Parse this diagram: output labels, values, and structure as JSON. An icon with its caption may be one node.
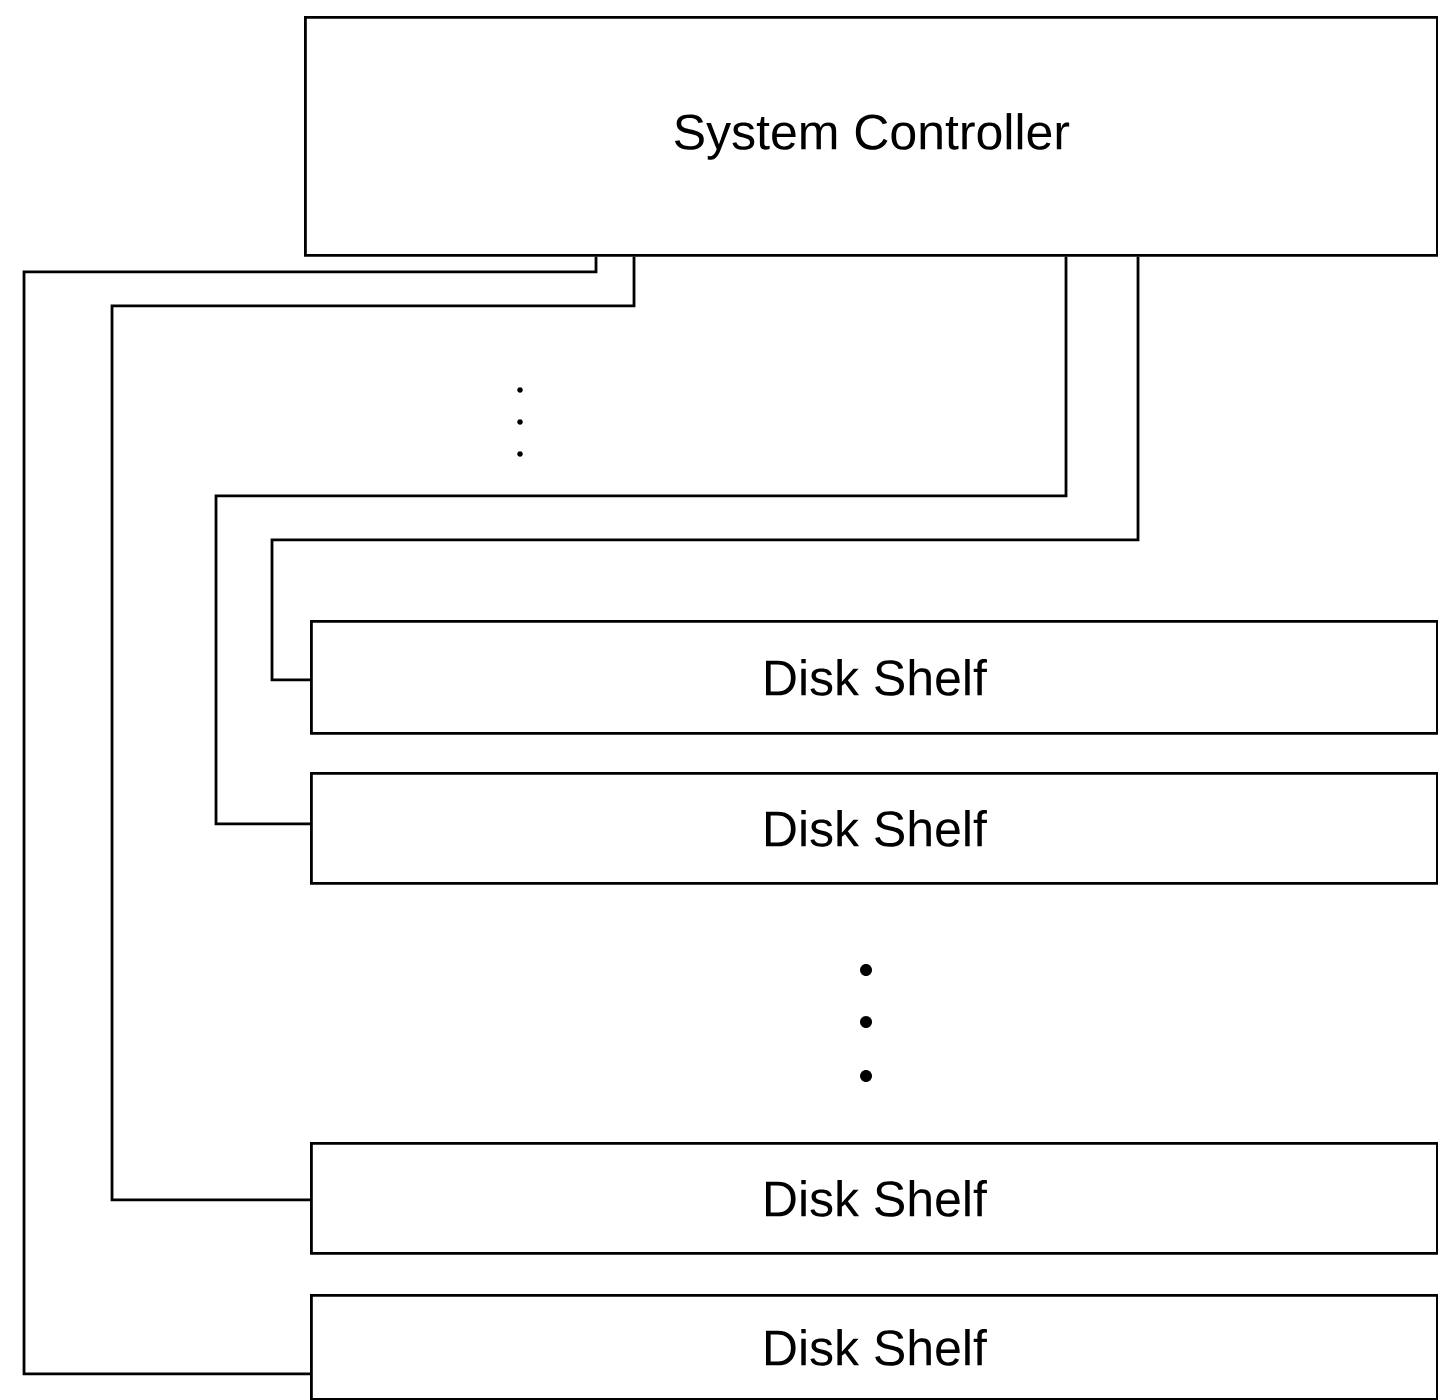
{
  "diagram": {
    "nodes": [
      {
        "text": [
          "System Controller"
        ]
      },
      {
        "text": [
          "Disk Shelf"
        ]
      },
      {
        "text": [
          "Disk Shelf"
        ]
      },
      {
        "text": [
          "Disk Shelf"
        ]
      },
      {
        "text": [
          "Disk Shelf"
        ]
      }
    ],
    "edges": [
      {
        "from": 0,
        "to": 4,
        "arrow": "none"
      },
      {
        "from": 0,
        "to": 3,
        "arrow": "none"
      },
      {
        "from": 0,
        "to": 2,
        "arrow": "none"
      },
      {
        "from": 0,
        "to": 1,
        "arrow": "none"
      }
    ]
  }
}
